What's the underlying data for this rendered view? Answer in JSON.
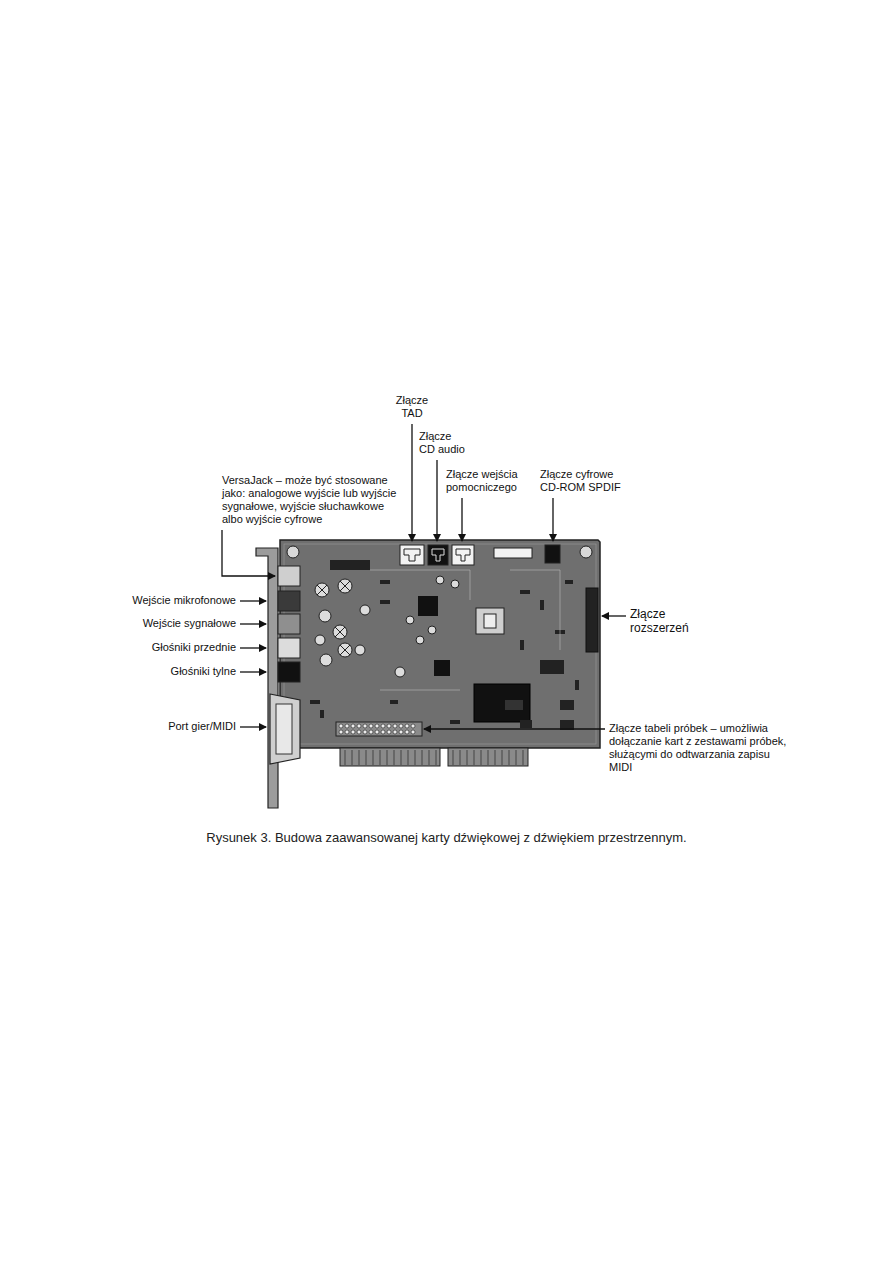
{
  "diagram": {
    "caption": "Rysunek 3. Budowa zaawansowanej karty dźwiękowej z dźwiękiem przestrzennym.",
    "labels": [
      "Złącze TAD",
      "Złącze CD audio",
      "Złącze wejścia pomocniczego",
      "Złącze cyfrowe CD-ROM SPDIF",
      "VersaJack – może być stosowane jako: analogowe wyjście lub wyjście sygnałowe, wyjście słuchawkowe albo wyjście cyfrowe",
      "Wejście mikrofonowe",
      "Wejście sygnałowe",
      "Głośniki przednie",
      "Głośniki tylne",
      "Port gier/MIDI",
      "Złącze rozszerzeń",
      "Złącze tabeli próbek – umożliwia dołączanie kart z zestawami próbek, służącymi do odtwarzania zapisu MIDI"
    ]
  }
}
